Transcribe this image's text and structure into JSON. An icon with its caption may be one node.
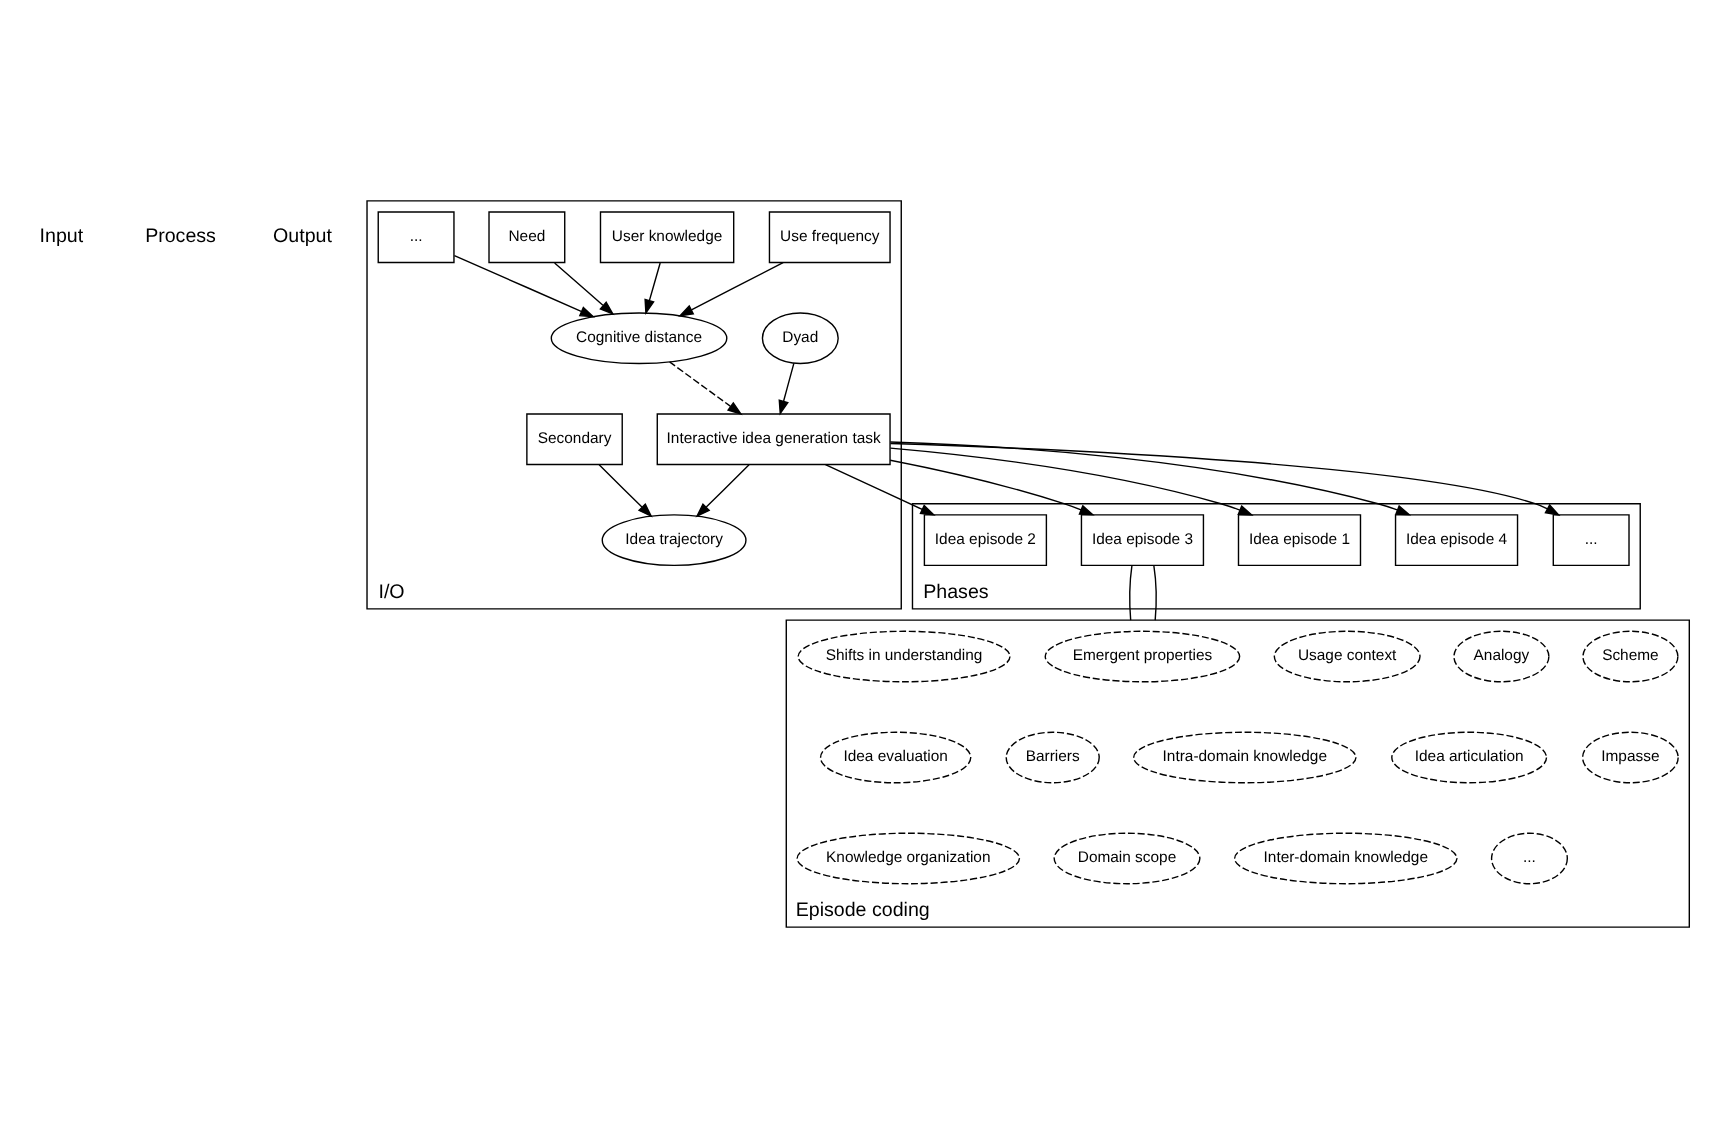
{
  "diagram": {
    "nodes": [
      {
        "text": [
          "I/O"
        ]
      },
      {
        "text": [
          "Dyad"
        ],
        "in": 0
      },
      {
        "text": [
          "Interactive idea generation task"
        ],
        "in": 0
      },
      {
        "text": [
          "Idea trajectory"
        ],
        "in": 0
      },
      {
        "text": [
          "Secondary"
        ],
        "in": 0
      },
      {
        "text": [
          "Use frequency"
        ],
        "in": 0
      },
      {
        "text": [
          "User knowledge"
        ],
        "in": 0
      },
      {
        "text": [
          "Need"
        ],
        "in": 0
      },
      {
        "text": [
          "..."
        ],
        "in": 0
      },
      {
        "text": [
          "Cognitive distance"
        ],
        "in": 0
      },
      {
        "text": [
          "Phases"
        ]
      },
      {
        "text": [
          "Idea episode 1"
        ],
        "in": 10
      },
      {
        "text": [
          "Idea episode 2"
        ],
        "in": 10
      },
      {
        "text": [
          "Idea episode 3"
        ],
        "in": 10
      },
      {
        "text": [
          "Idea episode 4"
        ],
        "in": 10
      },
      {
        "text": [
          "..."
        ],
        "in": 10
      },
      {
        "text": [
          "Episode coding"
        ]
      },
      {
        "text": [
          "Emergent properties"
        ],
        "in": 16
      },
      {
        "text": [
          "Shifts in understanding"
        ],
        "in": 16
      },
      {
        "text": [
          "Usage context"
        ],
        "in": 16
      },
      {
        "text": [
          "Analogy"
        ],
        "in": 16
      },
      {
        "text": [
          "Scheme"
        ],
        "in": 16
      },
      {
        "text": [
          "Barriers"
        ],
        "in": 16
      },
      {
        "text": [
          "Idea evaluation"
        ],
        "in": 16
      },
      {
        "text": [
          "Intra-domain knowledge"
        ],
        "in": 16
      },
      {
        "text": [
          "Idea articulation"
        ],
        "in": 16
      },
      {
        "text": [
          "Impasse"
        ],
        "in": 16
      },
      {
        "text": [
          "Domain scope"
        ],
        "in": 16
      },
      {
        "text": [
          "Knowledge organization"
        ],
        "in": 16
      },
      {
        "text": [
          "Inter-domain knowledge"
        ],
        "in": 16
      },
      {
        "text": [
          "..."
        ],
        "in": 16
      }
    ],
    "edges": [
      {
        "from": 1,
        "to": 2,
        "arrow": "to"
      },
      {
        "from": 9,
        "to": 2,
        "arrow": "to",
        "style": "dashed"
      },
      {
        "from": 2,
        "to": 3,
        "arrow": "to"
      },
      {
        "from": 4,
        "to": 3,
        "arrow": "to"
      },
      {
        "from": 5,
        "to": 9,
        "arrow": "to"
      },
      {
        "from": 6,
        "to": 9,
        "arrow": "to"
      },
      {
        "from": 7,
        "to": 9,
        "arrow": "to"
      },
      {
        "from": 8,
        "to": 9,
        "arrow": "to"
      },
      {
        "from": 2,
        "to": 11,
        "arrow": "to"
      },
      {
        "from": 2,
        "to": 12,
        "arrow": "to"
      },
      {
        "from": 2,
        "to": 13,
        "arrow": "to"
      },
      {
        "from": 2,
        "to": 14,
        "arrow": "to"
      },
      {
        "from": 2,
        "to": 15,
        "arrow": "to"
      },
      {
        "from": 13,
        "to": 16,
        "arrow": "none"
      },
      {
        "from": 13,
        "to": 16,
        "arrow": "none"
      }
    ],
    "labels": [
      "Input",
      "Process",
      "Output"
    ]
  }
}
